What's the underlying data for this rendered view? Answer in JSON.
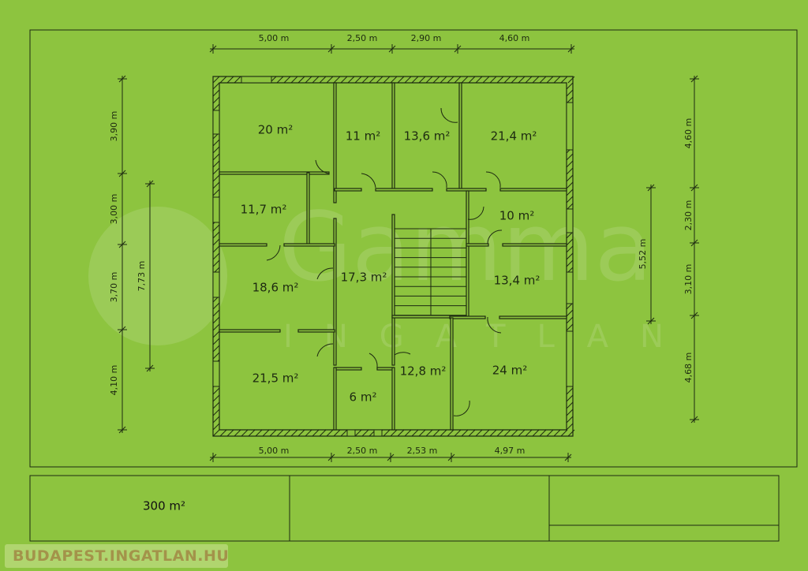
{
  "watermark": {
    "brand": "Gamma",
    "sub": "INGATLAN"
  },
  "rooms": [
    "20 m²",
    "11 m²",
    "13,6 m²",
    "21,4 m²",
    "11,7 m²",
    "10 m²",
    "17,3 m²",
    "18,6 m²",
    "13,4 m²",
    "21,5 m²",
    "12,8 m²",
    "24 m²",
    "6 m²"
  ],
  "dimensions": {
    "top": [
      "5,00 m",
      "2,50 m",
      "2,90 m",
      "4,60 m"
    ],
    "bottom": [
      "5,00 m",
      "2,50 m",
      "2,53 m",
      "4,97 m"
    ],
    "left": [
      "3,90 m",
      "3,00 m",
      "3,70 m",
      "4,10 m"
    ],
    "left_inner": "7,73 m",
    "right": [
      "4,60 m",
      "2,30 m",
      "3,10 m",
      "4,68 m"
    ],
    "right_inner": "5,52 m"
  },
  "title_block": {
    "area": "300 m²"
  },
  "logo": {
    "text": "BUDAPEST.INGATLAN.HU"
  }
}
